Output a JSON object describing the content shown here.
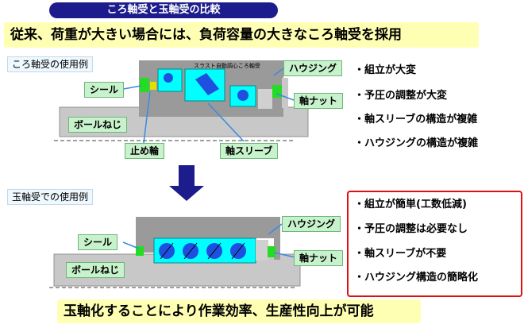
{
  "title": "ころ軸受と玉軸受の比較",
  "headline_top": "従来、荷重が大きい場合には、負荷容量の大きなころ軸受を採用",
  "headline_bottom": "玉軸化することにより作業効率、生産性向上が可能",
  "roller": {
    "section_label": "ころ軸受の使用例",
    "bearing_text": "スラスト自動調心ころ軸受",
    "labels": {
      "seal": "シール",
      "housing": "ハウジング",
      "nut": "軸ナット",
      "ball_screw": "ボールねじ",
      "stop_ring": "止め輪",
      "sleeve": "軸スリーブ"
    },
    "bullets": [
      "・組立が大変",
      "・予圧の調整が大変",
      "・軸スリーブの構造が複雑",
      "・ハウジングの構造が複雑"
    ]
  },
  "ball": {
    "section_label": "玉軸受での使用例",
    "labels": {
      "seal": "シール",
      "housing": "ハウジング",
      "nut": "軸ナット",
      "ball_screw": "ボールねじ"
    },
    "bullets": [
      "・組立が簡単(工数低減)",
      "・予圧の調整は必要なし",
      "・軸スリーブが不要",
      "・ハウジング構造の簡略化"
    ]
  },
  "colors": {
    "navy": "#1c1c8c",
    "highlight": "#ffffb4",
    "label_green": "#c8f2cc",
    "bearing_cyan": "#00ffff",
    "ball_blue": "#1f4fe0",
    "green_part": "#22dd22",
    "red_border": "#e01010"
  }
}
